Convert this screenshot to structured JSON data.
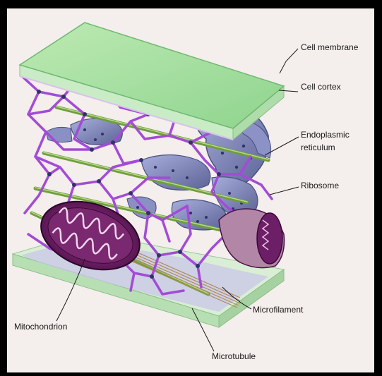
{
  "colors": {
    "frame": "#000000",
    "background": "#f4eeec",
    "membrane": "#a9e0a6",
    "membrane_edge": "#6fb870",
    "cortex": "#bfe8bd",
    "cytoskeleton": "#a34bd6",
    "reticulum": "#7d84b8",
    "ribosome": "#2e3466",
    "mitochondrion": "#6c1f66",
    "microtubule": "#7fb04a",
    "microfilament": "#c8a77a",
    "base": "#cfeac8"
  },
  "labels": {
    "cell_membrane": "Cell membrane",
    "cell_cortex": "Cell cortex",
    "er_line1": "Endoplasmic",
    "er_line2": "reticulum",
    "ribosome": "Ribosome",
    "microfilament": "Microfilament",
    "mitochondrion": "Mitochondrion",
    "microtubule": "Microtubule"
  }
}
